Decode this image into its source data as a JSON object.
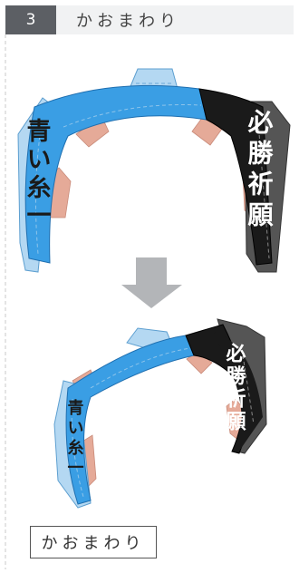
{
  "step": {
    "number": "3",
    "title": "かおまわり"
  },
  "figures": {
    "top": {
      "left_text": "青い糸一",
      "right_text": "必勝祈願"
    },
    "bottom": {
      "left_text": "青い糸一",
      "right_text": "必勝祈願"
    }
  },
  "arrow_icon": "down-arrow-icon",
  "caption": "かおまわり",
  "colors": {
    "blue": "#3a9ee4",
    "light_blue": "#b4d8f2",
    "black": "#1a1a1a",
    "dark_grey": "#555555",
    "salmon": "#e5aa98",
    "arrow": "#b3b5b8",
    "header_dark": "#5c5f64",
    "header_light": "#f1f2f3"
  }
}
